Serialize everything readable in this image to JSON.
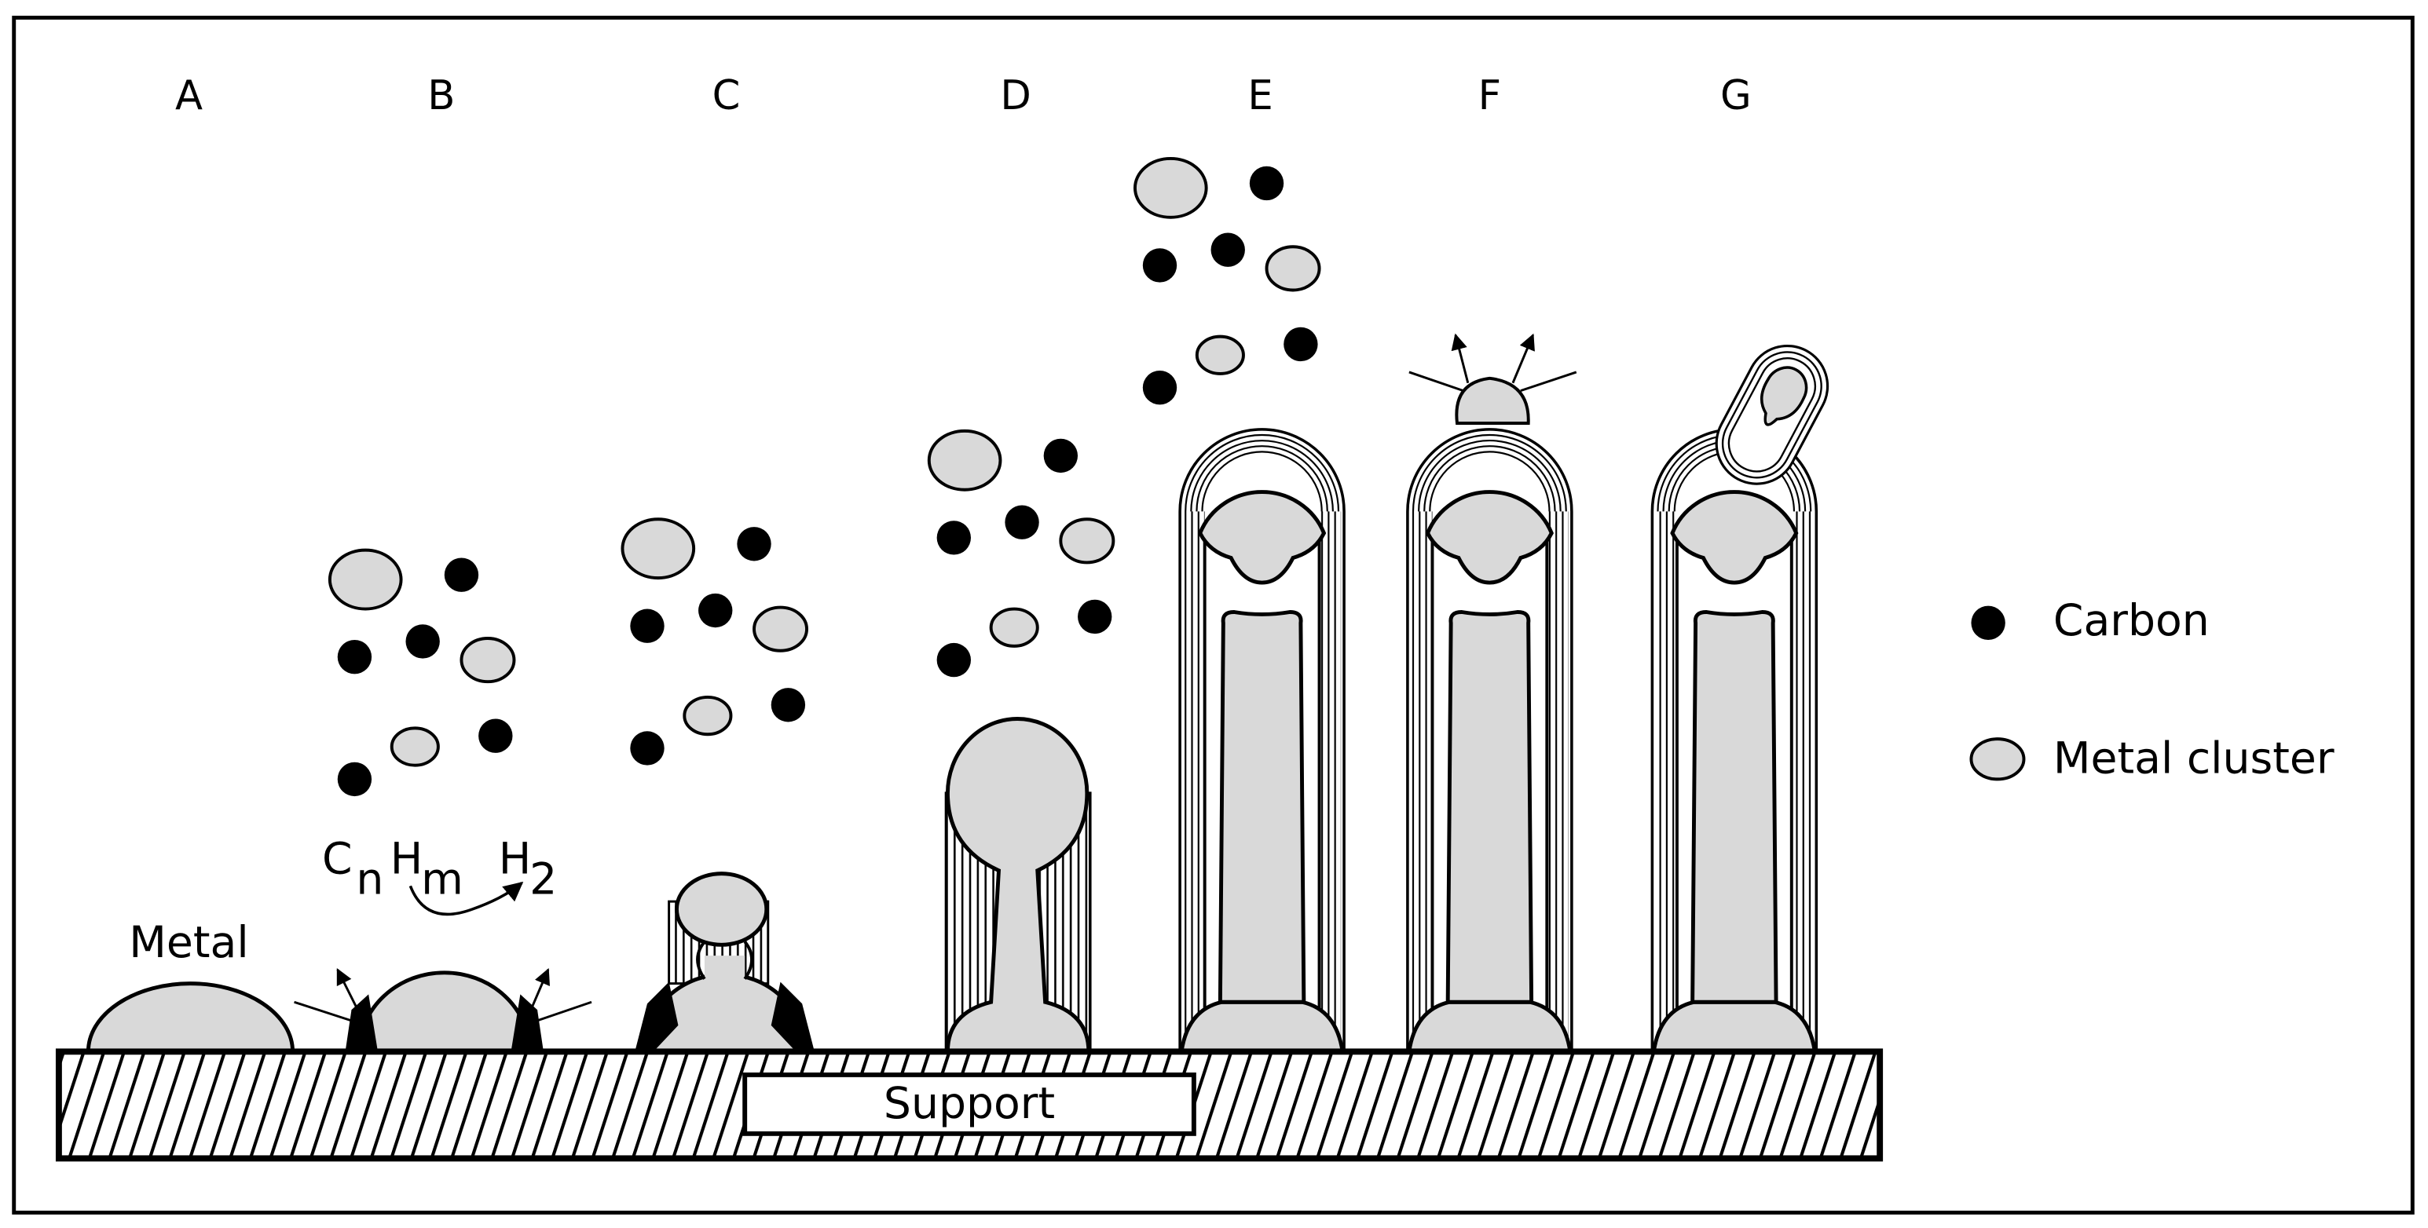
{
  "stage_labels": [
    "A",
    "B",
    "C",
    "D",
    "E",
    "F",
    "G"
  ],
  "metal_label": "Metal",
  "reaction": {
    "reactant_main": "C",
    "reactant_sub1": "n",
    "reactant_mid": "H",
    "reactant_sub2": "m",
    "product_main": "H",
    "product_sub": "2"
  },
  "support_label": "Support",
  "legend": {
    "carbon": "Carbon",
    "metal_cluster": "Metal cluster"
  },
  "colors": {
    "metal_fill": "#d9d9d9",
    "carbon_fill": "#000000",
    "outline": "#000000",
    "background": "#ffffff"
  }
}
